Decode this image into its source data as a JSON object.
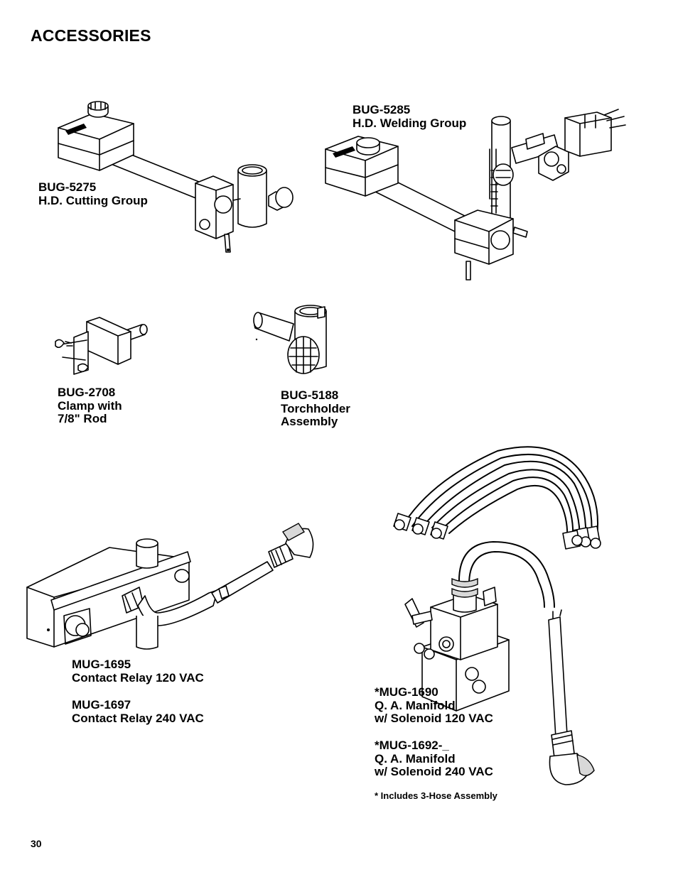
{
  "page": {
    "title": "ACCESSORIES",
    "page_number": "30"
  },
  "items": {
    "bug5275": {
      "line1": "BUG-5275",
      "line2": "H.D. Cutting Group"
    },
    "bug5285": {
      "line1": "BUG-5285",
      "line2": "H.D. Welding Group"
    },
    "bug2708": {
      "line1": "BUG-2708",
      "line2": "Clamp with",
      "line3": "7/8\" Rod"
    },
    "bug5188": {
      "line1": "BUG-5188",
      "line2": "Torchholder",
      "line3": "Assembly"
    },
    "mug1695": {
      "line1": "MUG-1695",
      "line2": "Contact Relay 120 VAC"
    },
    "mug1697": {
      "line1": "MUG-1697",
      "line2": "Contact Relay 240 VAC"
    },
    "mug1690": {
      "line1": "*MUG-1690",
      "line2": "Q. A. Manifold",
      "line3": "w/ Solenoid 120 VAC"
    },
    "mug1692": {
      "line1": "*MUG-1692-_",
      "line2": "Q. A. Manifold",
      "line3": "w/ Solenoid 240 VAC"
    }
  },
  "footnote": "* Includes 3-Hose Assembly",
  "illustrations": [
    "cutting-group-illustration",
    "welding-group-illustration",
    "clamp-rod-illustration",
    "torchholder-illustration",
    "contact-relay-illustration",
    "manifold-hose-illustration"
  ]
}
